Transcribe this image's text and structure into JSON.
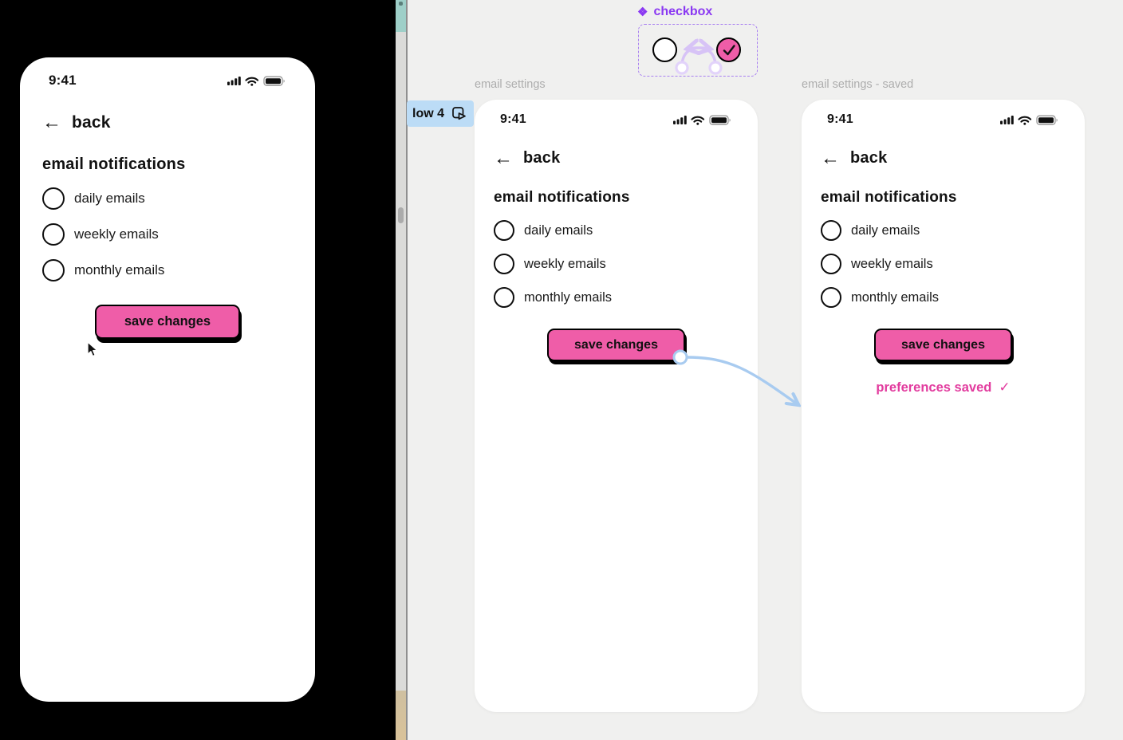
{
  "glyphs": {
    "back_arrow": "←",
    "component_icon": "❖",
    "check": "✓"
  },
  "preview": {
    "screen": {
      "time": "9:41",
      "back_label": "back",
      "heading": "email notifications",
      "options": [
        "daily emails",
        "weekly emails",
        "monthly emails"
      ],
      "save_button": "save changes"
    }
  },
  "canvas": {
    "component": {
      "name": "checkbox"
    },
    "flow_badge": {
      "label": "low 4"
    },
    "frames": [
      {
        "title": "email settings",
        "screen": {
          "time": "9:41",
          "back_label": "back",
          "heading": "email notifications",
          "options": [
            "daily emails",
            "weekly emails",
            "monthly emails"
          ],
          "save_button": "save changes"
        }
      },
      {
        "title": "email settings - saved",
        "screen": {
          "time": "9:41",
          "back_label": "back",
          "heading": "email notifications",
          "options": [
            "daily emails",
            "weekly emails",
            "monthly emails"
          ],
          "save_button": "save changes",
          "confirmation": "preferences saved"
        }
      }
    ]
  },
  "colors": {
    "accent_pink": "#ef5da8",
    "confirmation_pink": "#e23b9e",
    "component_purple": "#8a38f2",
    "connector_blue": "#a8cbf0",
    "flow_badge_blue": "#bcdcf6",
    "canvas_bg": "#f0f0ef",
    "presentation_bg": "#000000"
  }
}
